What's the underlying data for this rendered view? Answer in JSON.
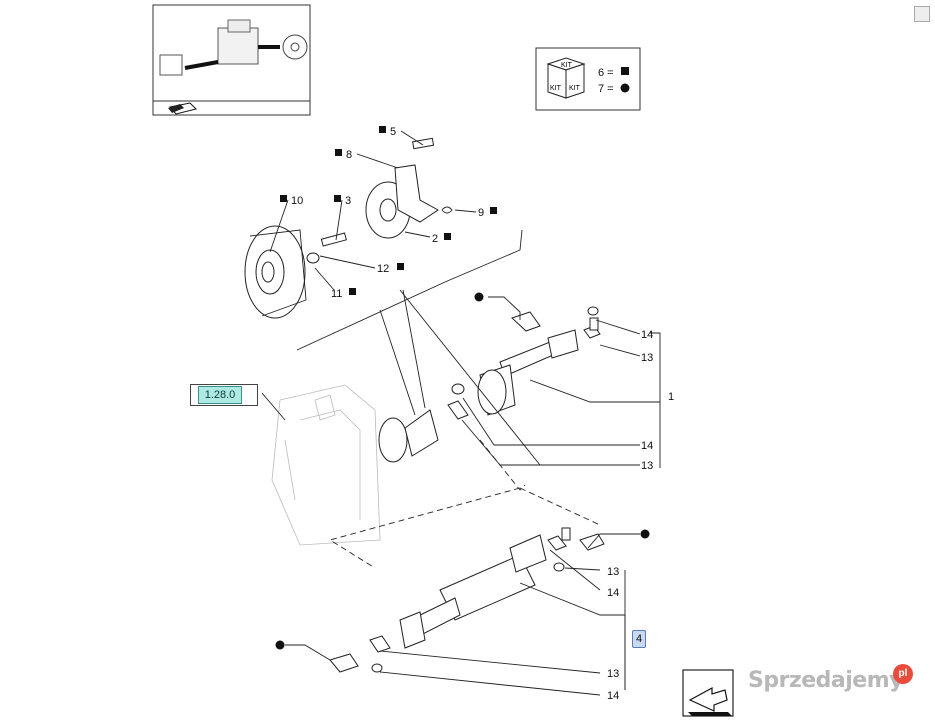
{
  "reference_link": "1.28.0",
  "kit_legend": {
    "kit_label": "KIT",
    "line1": "6 =",
    "line2": "7 ="
  },
  "group_badge": "4",
  "callouts": {
    "c5": "5",
    "c8": "8",
    "c10": "10",
    "c3": "3",
    "c9": "9",
    "c2": "2",
    "c12": "12",
    "c11": "11",
    "c14a": "14",
    "c13a": "13",
    "c1": "1",
    "c14b": "14",
    "c13b": "13",
    "c13c": "13",
    "c14c": "14",
    "c13d": "13",
    "c14d": "14"
  },
  "watermark": "Sprzedajemy",
  "watermark_badge": "pl"
}
